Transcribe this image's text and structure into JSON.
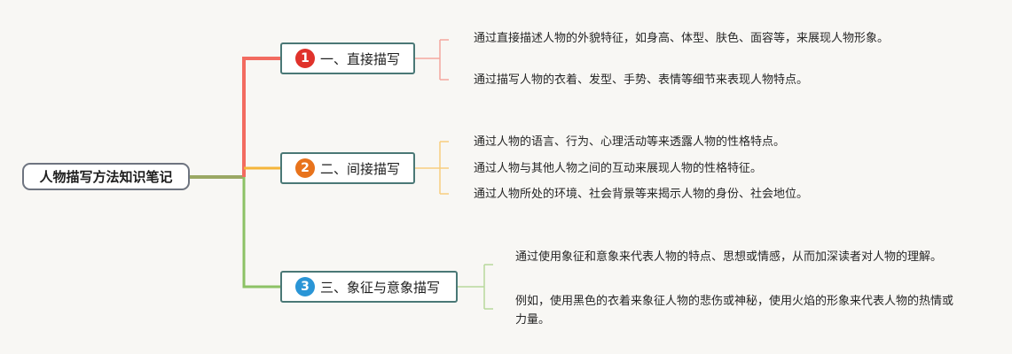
{
  "root": {
    "label": "人物描写方法知识笔记"
  },
  "branches": [
    {
      "number": "1",
      "label": "一、直接描写",
      "color": "#f26b60",
      "badge_color": "#e0322b",
      "leaves": [
        "通过直接描述人物的外貌特征，如身高、体型、肤色、面容等，来展现人物形象。",
        "通过描写人物的衣着、发型、手势、表情等细节来表现人物特点。"
      ]
    },
    {
      "number": "2",
      "label": "二、间接描写",
      "color": "#f5b53a",
      "badge_color": "#e8731c",
      "leaves": [
        "通过人物的语言、行为、心理活动等来透露人物的性格特点。",
        "通过人物与其他人物之间的互动来展现人物的性格特征。",
        "通过人物所处的环境、社会背景等来揭示人物的身份、社会地位。"
      ]
    },
    {
      "number": "3",
      "label": "三、象征与意象描写",
      "color": "#8cc265",
      "badge_color": "#2a95d6",
      "leaves": [
        "通过使用象征和意象来代表人物的特点、思想或情感，从而加深读者对人物的理解。",
        "例如，使用黑色的衣着来象征人物的悲伤或神秘，使用火焰的形象来代表人物的热情或力量。"
      ]
    }
  ]
}
